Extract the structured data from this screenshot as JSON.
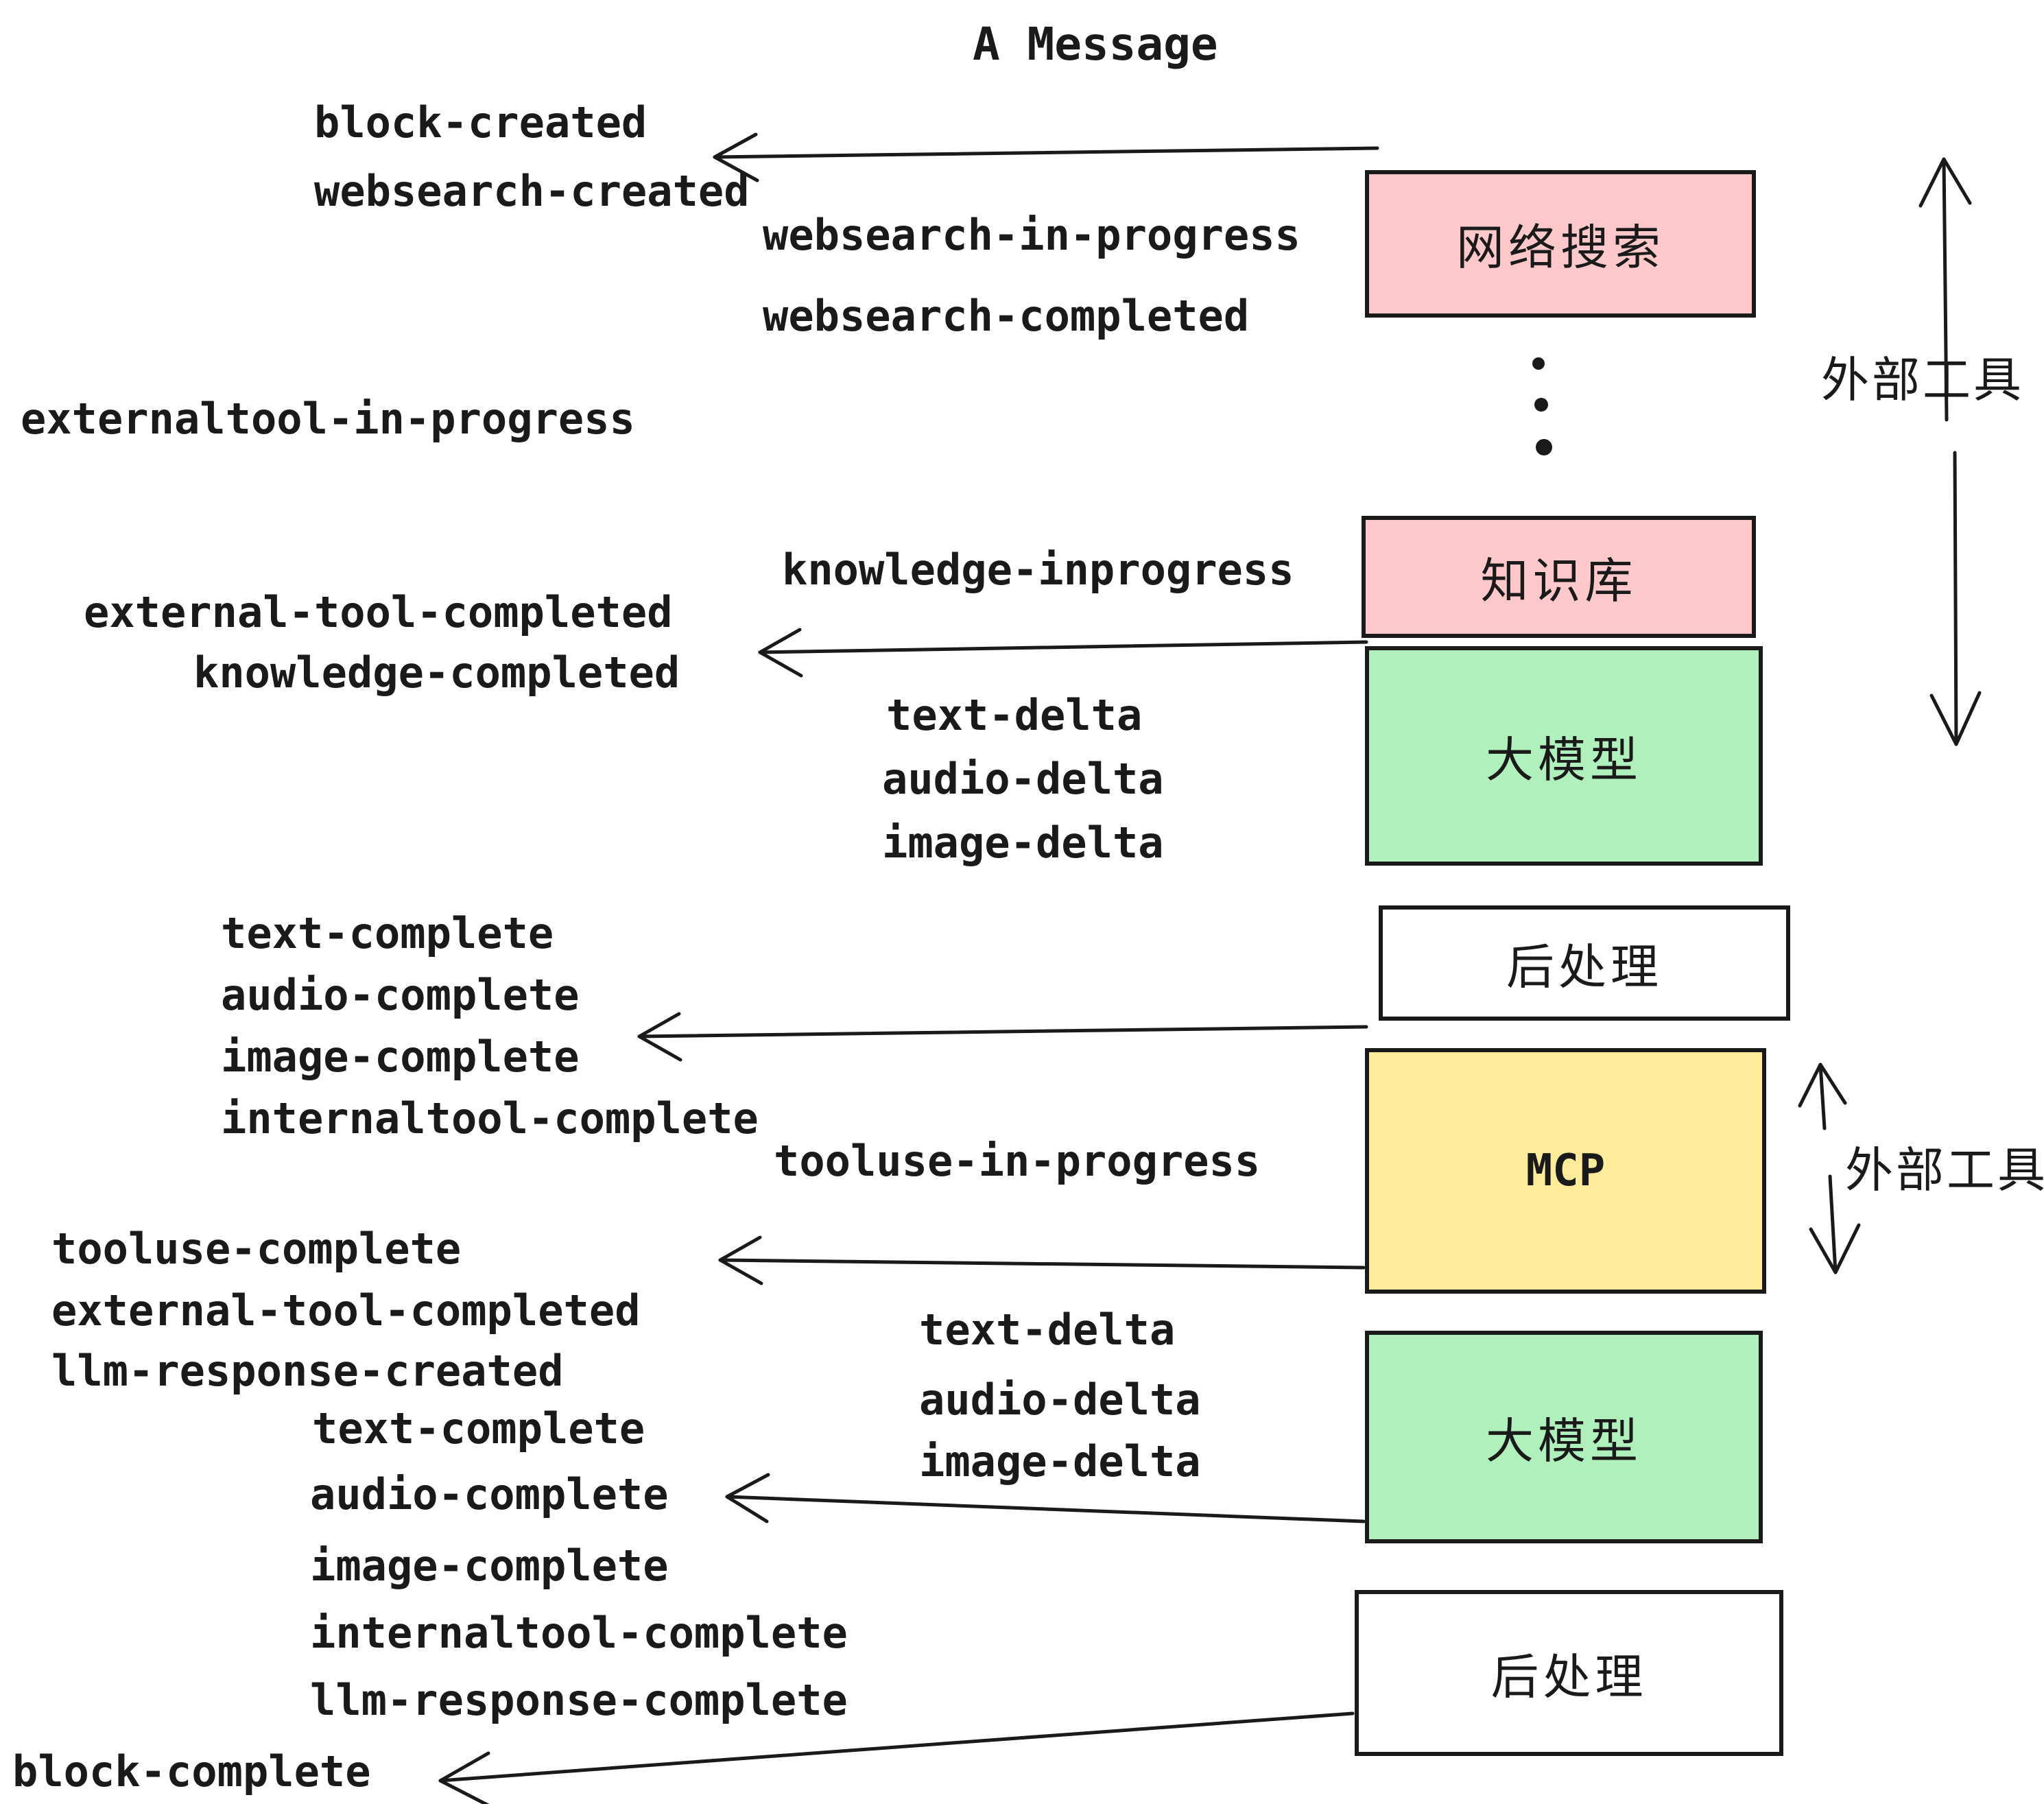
{
  "title": "A Message",
  "colors": {
    "ink": "#1a1a1a",
    "pink": "#FFC9CB",
    "green": "#B0F0BC",
    "yellow": "#FFEB99",
    "white": "#FFFFFF"
  },
  "boxes": {
    "websearch": "网络搜索",
    "knowledge": "知识库",
    "llm1": "大模型",
    "post1": "后处理",
    "mcp": "MCP",
    "llm2": "大模型",
    "post2": "后处理"
  },
  "side": {
    "external_tools_top": "外部工具",
    "external_tools_mid": "外部工具"
  },
  "events": {
    "block_created": "block-created",
    "websearch_created": "websearch-created",
    "websearch_in_progress": "websearch-in-progress",
    "websearch_completed": "websearch-completed",
    "externaltool_in_progress": "externaltool-in-progress",
    "knowledge_inprogress": "knowledge-inprogress",
    "external_tool_completed": "external-tool-completed",
    "knowledge_completed": "knowledge-completed",
    "text_delta_1": "text-delta",
    "audio_delta_1": "audio-delta",
    "image_delta_1": "image-delta",
    "text_complete_1": "text-complete",
    "audio_complete_1": "audio-complete",
    "image_complete_1": "image-complete",
    "internaltool_complete_1": "internaltool-complete",
    "tooluse_in_progress": "tooluse-in-progress",
    "tooluse_complete": "tooluse-complete",
    "external_tool_completed_2": "external-tool-completed",
    "llm_response_created": "llm-response-created",
    "text_complete_2": "text-complete",
    "text_delta_2": "text-delta",
    "audio_delta_2": "audio-delta",
    "image_delta_2": "image-delta",
    "audio_complete_2": "audio-complete",
    "image_complete_2": "image-complete",
    "internaltool_complete_2": "internaltool-complete",
    "llm_response_complete": "llm-response-complete",
    "block_complete": "block-complete"
  }
}
